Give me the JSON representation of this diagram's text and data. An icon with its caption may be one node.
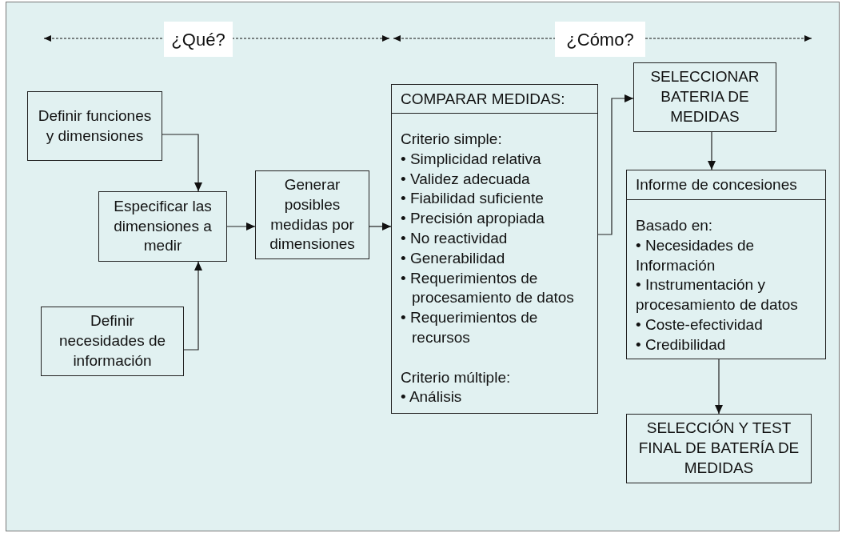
{
  "diagram": {
    "nodes": [
      {
        "text": [
          "Definir funciones y dimensiones"
        ]
      },
      {
        "text": [
          "Especificar las dimensiones a medir"
        ]
      },
      {
        "text": [
          "Definir necesidades de información"
        ]
      },
      {
        "text": [
          "Generar posibles medidas por dimensiones"
        ]
      },
      {
        "text": [
          "COMPARAR MEDIDAS:",
          "Criterio simple:",
          "• Simplicidad relativa",
          "• Validez adecuada",
          "• Fiabilidad suficiente",
          "• Precisión apropiada",
          "• No reactividad",
          "• Generabilidad",
          "• Requerimientos de procesamiento de datos",
          "• Requerimientos de recursos",
          "Criterio múltiple:",
          "• Análisis"
        ]
      },
      {
        "text": [
          "SELECCIONAR BATERIA DE MEDIDAS"
        ]
      },
      {
        "text": [
          "Informe de concesiones",
          "Basado en:",
          "• Necesidades de Información",
          "• Instrumentación y procesamiento de datos",
          "• Coste-efectividad",
          "• Credibilidad"
        ]
      },
      {
        "text": [
          "SELECCIÓN Y TEST FINAL DE BATERÍA DE MEDIDAS"
        ]
      }
    ],
    "edges": [
      {
        "from": 0,
        "to": 1,
        "arrow": "to"
      },
      {
        "from": 2,
        "to": 1,
        "arrow": "to"
      },
      {
        "from": 1,
        "to": 3,
        "arrow": "to"
      },
      {
        "from": 3,
        "to": 4,
        "arrow": "to"
      },
      {
        "from": 4,
        "to": 5,
        "arrow": "to"
      },
      {
        "from": 5,
        "to": 6,
        "arrow": "to"
      },
      {
        "from": 6,
        "to": 7,
        "arrow": "to"
      }
    ],
    "labels": [
      "¿Qué?",
      "¿Cómo?"
    ]
  }
}
